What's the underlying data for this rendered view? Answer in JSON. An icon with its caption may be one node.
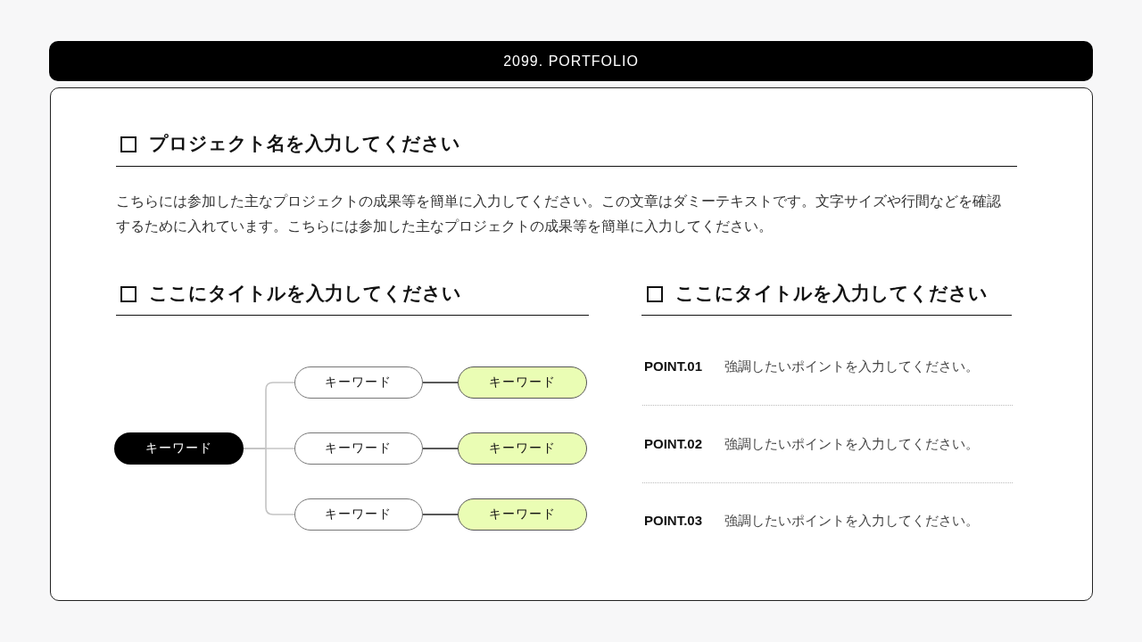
{
  "diagram": {
    "nodes": [
      {
        "text": [
          "2099. PORTFOLIO"
        ]
      },
      {
        "text": [],
        "shape": "box"
      },
      {
        "text": [
          "キーワード"
        ],
        "in": 1
      },
      {
        "text": [
          "キーワード"
        ],
        "in": 1
      },
      {
        "text": [
          "キーワード"
        ],
        "in": 1
      },
      {
        "text": [
          "キーワード"
        ],
        "in": 1
      },
      {
        "text": [
          "キーワード"
        ],
        "in": 1
      },
      {
        "text": [
          "キーワード"
        ],
        "in": 1
      },
      {
        "text": [
          "キーワード"
        ],
        "in": 1
      }
    ],
    "edges": [
      {
        "from": 2,
        "to": 3,
        "arrow": "none",
        "color": "#c4c4c4"
      },
      {
        "from": 2,
        "to": 4,
        "arrow": "none",
        "color": "#c4c4c4"
      },
      {
        "from": 2,
        "to": 5,
        "arrow": "none",
        "color": "#c4c4c4"
      },
      {
        "from": 3,
        "to": 6,
        "arrow": "none",
        "color": "#222222"
      },
      {
        "from": 4,
        "to": 7,
        "arrow": "none",
        "color": "#222222"
      },
      {
        "from": 5,
        "to": 8,
        "arrow": "none",
        "color": "#222222"
      }
    ],
    "labels": [
      "プロジェクト名を入力してください",
      "こちらには参加した主なプロジェクトの成果等を簡単に入力してください。この文章はダミーテキストです。文字サイズや行間などを確認するために入れています。こちらには参加した主なプロジェクトの成果等を簡単に入力してください。",
      "ここにタイトルを入力してください",
      "ここにタイトルを入力してください",
      "POINT.01",
      "強調したいポイントを入力してください。",
      "POINT.02",
      "強調したいポイントを入力してください。",
      "POINT.03",
      "強調したいポイントを入力してください。"
    ]
  }
}
